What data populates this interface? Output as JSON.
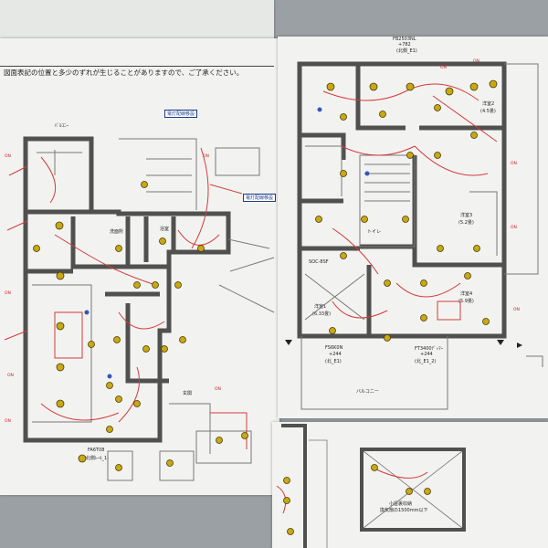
{
  "header": {
    "notice": "図面表記の位置と多少のずれが生じることがありますので、ご了承ください。"
  },
  "left_plan": {
    "tag_1": "電灯配線移設",
    "tag_2": "電灯配線移設",
    "room_1": "ﾊﾞﾙｺﾆｰ",
    "room_2": "洗面所",
    "room_3": "浴室",
    "room_4": "玄関",
    "label_1": "FA6T08",
    "label_2": "(北側ﾚｰﾙ_1)"
  },
  "right_plan": {
    "top_label_1": "FB2503NL",
    "top_label_2": "+782",
    "top_label_3": "(北側_E1)",
    "room_1": "洋室2",
    "room_2": "(4.5畳)",
    "room_3": "洋室3",
    "room_4": "(5.2畳)",
    "room_5": "洋室4",
    "room_6": "(5.9畳)",
    "room_7": "SOC-8SF",
    "room_8": "洋室1",
    "room_9": "(6.33畳)",
    "room_10": "トイレ",
    "label_1": "FS6K0N",
    "label_2": "+244",
    "label_3": "(北_E1)",
    "label_4": "FT3400ﾃﾞｨﾏｰ",
    "label_5": "+244",
    "label_6": "(北_E1_2)",
    "balcony": "バルコニー"
  },
  "bottom_plan": {
    "label_1": "小屋裏収納",
    "label_2": "換気扇の1500mm以下"
  },
  "colors": {
    "wall": "#505050",
    "wiring": "#d43a3a",
    "fixture": "#c8a814",
    "annotation": "#1a3b86"
  }
}
